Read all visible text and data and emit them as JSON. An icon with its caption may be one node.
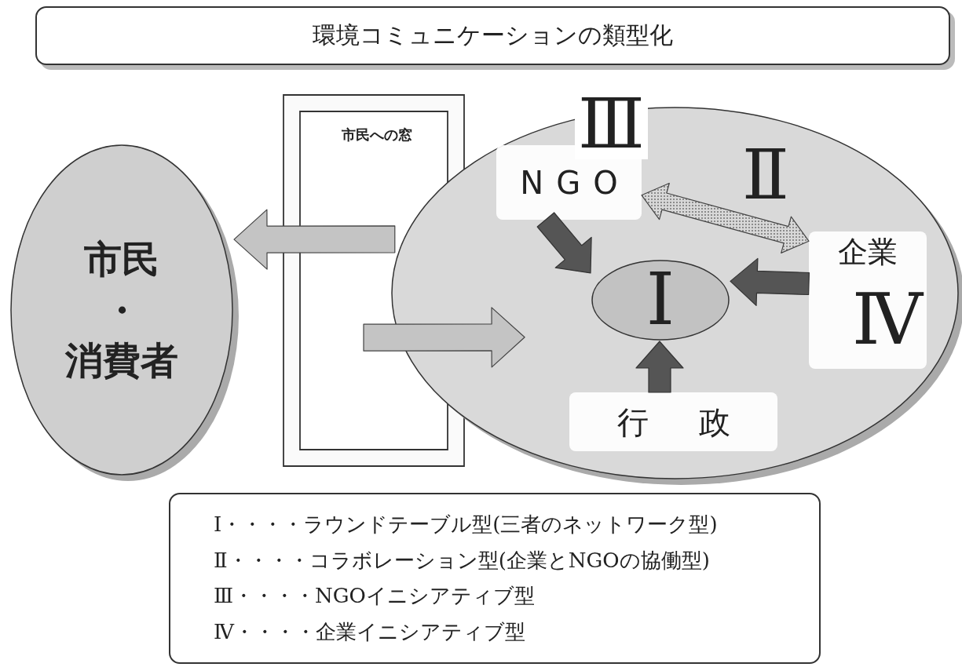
{
  "diagram": {
    "nodes": [
      {
        "text": [
          "環境コミュニケーションの類型化"
        ]
      },
      {
        "text": [
          "市民",
          "・",
          "消費者"
        ]
      },
      {
        "text": [
          "市民への窓"
        ]
      },
      {
        "text": [],
        "shape": "ellipse"
      },
      {
        "text": [
          "NGO"
        ],
        "in": 3,
        "beside": [
          "Ⅲ"
        ]
      },
      {
        "text": [
          "Ⅰ"
        ],
        "in": 3
      },
      {
        "text": [
          "企業",
          "Ⅳ"
        ],
        "in": 3
      },
      {
        "text": [
          "行政"
        ],
        "in": 3
      },
      {
        "text": [
          "Ⅰ・・・・ラウンドテーブル型(三者のネットワーク型)",
          "Ⅱ・・・・コラボレーション型(企業とNGOの協働型)",
          "Ⅲ・・・・NGOイニシアティブ型",
          "Ⅳ・・・・企業イニシアティブ型"
        ]
      }
    ],
    "edges": [
      {
        "from": 3,
        "to": 1,
        "arrow": "to",
        "color": "#c4c4c4"
      },
      {
        "from": 2,
        "to": 3,
        "arrow": "to",
        "color": "#c4c4c4"
      },
      {
        "from": 4,
        "to": 5,
        "arrow": "to"
      },
      {
        "from": 6,
        "to": 5,
        "arrow": "to"
      },
      {
        "from": 7,
        "to": 5,
        "arrow": "to"
      },
      {
        "from": 4,
        "to": 6,
        "arrow": "both",
        "label": "Ⅱ",
        "color": "#bdbdbd"
      }
    ]
  }
}
